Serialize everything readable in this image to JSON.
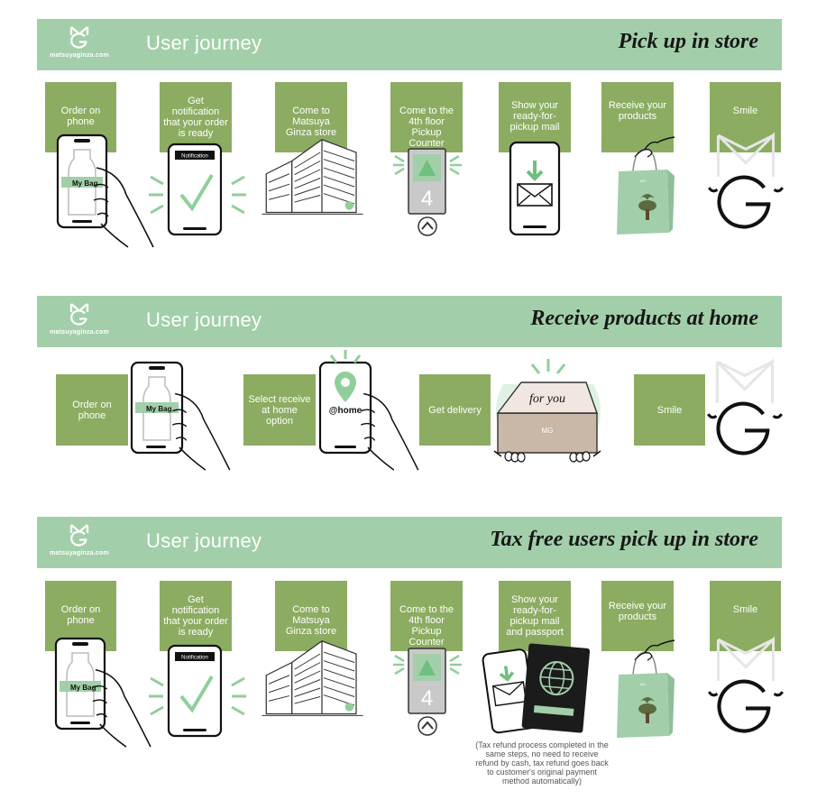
{
  "logo_text": "matsuyaginza.com",
  "colors": {
    "banner": "#a2cfa9",
    "box": "#8cac62",
    "accent": "#8fcf9a"
  },
  "sections": [
    {
      "journey_label": "User journey",
      "subtitle": "Pick up in store",
      "steps": [
        {
          "label": "Order on phone",
          "icon": "phone-hand-icon",
          "screen_label": "My Bag"
        },
        {
          "label": "Get notification that your order is ready",
          "icon": "phone-check-icon",
          "screen_label": "Notification"
        },
        {
          "label": "Come to Matsuya Ginza store",
          "icon": "building-icon"
        },
        {
          "label": "Come to the 4th floor Pickup Counter",
          "icon": "elevator-icon",
          "floor": "4"
        },
        {
          "label": "Show your ready-for-pickup mail",
          "icon": "phone-mail-icon"
        },
        {
          "label": "Receive your products",
          "icon": "shopping-bag-icon"
        },
        {
          "label": "Smile",
          "icon": "smile-logo-icon"
        }
      ]
    },
    {
      "journey_label": "User journey",
      "subtitle": "Receive products at home",
      "steps": [
        {
          "label": "Order on phone",
          "icon": "phone-hand-icon",
          "screen_label": "My Bag"
        },
        {
          "label": "Select receive at home option",
          "icon": "phone-pin-icon",
          "screen_label": "@home"
        },
        {
          "label": "Get delivery",
          "icon": "box-icon",
          "box_label": "for you"
        },
        {
          "label": "Smile",
          "icon": "smile-logo-icon"
        }
      ]
    },
    {
      "journey_label": "User journey",
      "subtitle": "Tax free users pick up in store",
      "steps": [
        {
          "label": "Order on phone",
          "icon": "phone-hand-icon",
          "screen_label": "My Bag"
        },
        {
          "label": "Get notification that your order is ready",
          "icon": "phone-check-icon",
          "screen_label": "Notification"
        },
        {
          "label": "Come to Matsuya Ginza store",
          "icon": "building-icon"
        },
        {
          "label": "Come to the 4th floor Pickup Counter",
          "icon": "elevator-icon",
          "floor": "4"
        },
        {
          "label": "Show your ready-for-pickup mail and passport",
          "icon": "phone-passport-icon"
        },
        {
          "label": "Receive your products",
          "icon": "shopping-bag-icon"
        },
        {
          "label": "Smile",
          "icon": "smile-logo-icon"
        }
      ],
      "note": "(Tax refund process completed in the same steps, no need to receive refund by cash, tax refund goes back to customer's original payment method automatically)"
    }
  ]
}
